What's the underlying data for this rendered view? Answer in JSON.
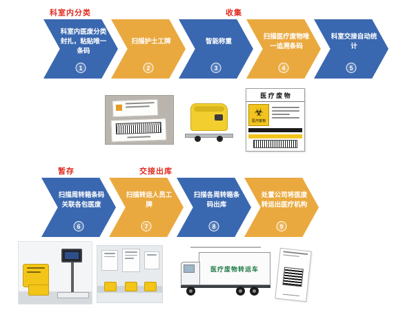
{
  "colors": {
    "blue": "#3a68b0",
    "yellow": "#eaa93f",
    "red": "#e02b20",
    "biohazard": "#f2c41d"
  },
  "sections": [
    {
      "labels": [
        {
          "text": "科室内分类"
        },
        {
          "text": "收集"
        }
      ],
      "steps": [
        {
          "num": "1",
          "text": "科室内医废分类封扎，粘贴唯一条码"
        },
        {
          "num": "2",
          "text": "扫描护士工牌"
        },
        {
          "num": "3",
          "text": "智能称重"
        },
        {
          "num": "4",
          "text": "扫描医疗废物唯一追溯条码"
        },
        {
          "num": "5",
          "text": "科室交接自动统计"
        }
      ]
    },
    {
      "labels": [
        {
          "text": "暂存"
        },
        {
          "text": "交接出库"
        }
      ],
      "steps": [
        {
          "num": "6",
          "text": "扫描周转箱条码关联各包医废"
        },
        {
          "num": "7",
          "text": "扫描转运人员工牌"
        },
        {
          "num": "8",
          "text": "扫描各周转箱条码出库"
        },
        {
          "num": "9",
          "text": "处置公司将医废转运出医疗机构"
        }
      ]
    }
  ],
  "photos": {
    "medical_label_title": "医 疗 废 物",
    "medical_label_subtitle": "医疗废物",
    "truck_text": "医疗废物转运车"
  }
}
